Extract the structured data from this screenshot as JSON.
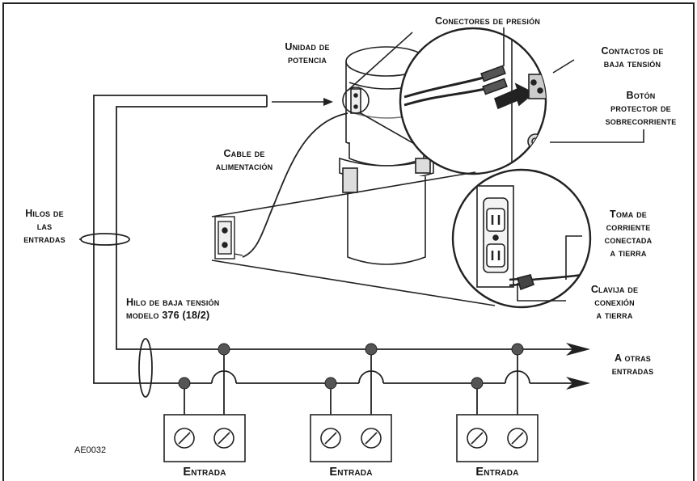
{
  "labels": {
    "pressure_connectors": "Conectores de presión",
    "power_unit_1": "Unidad de",
    "power_unit_2": "potencia",
    "low_voltage_contacts_1": "Contactos de",
    "low_voltage_contacts_2": "baja tensión",
    "breaker_1": "Botón",
    "breaker_2": "protector de",
    "breaker_3": "sobrecorriente",
    "power_cable_1": "Cable de",
    "power_cable_2": "alimentación",
    "inlet_wires_1": "Hilos de",
    "inlet_wires_2": "las",
    "inlet_wires_3": "entradas",
    "grounded_outlet_1": "Toma de",
    "grounded_outlet_2": "corriente",
    "grounded_outlet_3": "conectada",
    "grounded_outlet_4": "a tierra",
    "low_voltage_wire_1": "Hilo de baja tensión",
    "low_voltage_wire_2": "modelo 376 (18/2)",
    "ground_plug_1": "Clavija de",
    "ground_plug_2": "conexión",
    "ground_plug_3": "a tierra",
    "other_inlets_1": "A otras",
    "other_inlets_2": "entradas",
    "inlet_a": "Entrada",
    "inlet_b": "Entrada",
    "inlet_c": "Entrada",
    "figure_code": "AE0032"
  }
}
